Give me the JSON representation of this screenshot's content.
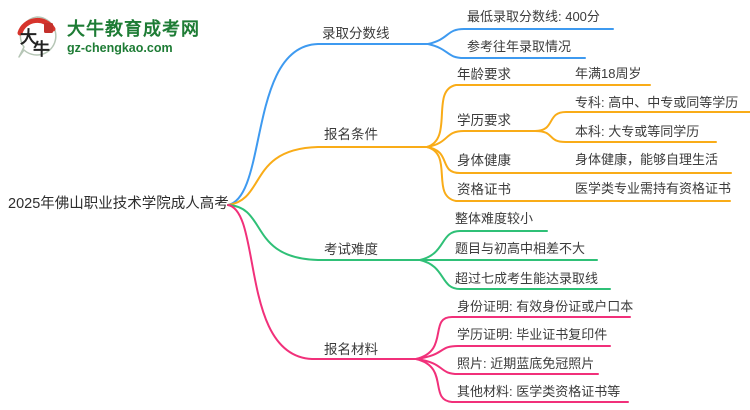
{
  "site": {
    "logo_title": "大牛教育成考网",
    "logo_subtitle": "gz-chengkao.com",
    "logo_seal_char1": "大",
    "logo_seal_char2": "牛"
  },
  "colors": {
    "blue": "#3E9AF0",
    "orange": "#F9AC18",
    "green": "#2FC077",
    "pink": "#F1307A",
    "logo_green": "#1E7C35",
    "logo_red": "#D7342C"
  },
  "mindmap": {
    "root": "2025年佛山职业技术学院成人高考",
    "branches": [
      {
        "label": "录取分数线",
        "children": [
          {
            "label": "最低录取分数线: 400分"
          },
          {
            "label": "参考往年录取情况"
          }
        ]
      },
      {
        "label": "报名条件",
        "children": [
          {
            "label": "年龄要求",
            "children": [
              {
                "label": "年满18周岁"
              }
            ]
          },
          {
            "label": "学历要求",
            "children": [
              {
                "label": "专科: 高中、中专或同等学历"
              },
              {
                "label": "本科: 大专或等同学历"
              }
            ]
          },
          {
            "label": "身体健康",
            "children": [
              {
                "label": "身体健康，能够自理生活"
              }
            ]
          },
          {
            "label": "资格证书",
            "children": [
              {
                "label": "医学类专业需持有资格证书"
              }
            ]
          }
        ]
      },
      {
        "label": "考试难度",
        "children": [
          {
            "label": "整体难度较小"
          },
          {
            "label": "题目与初高中相差不大"
          },
          {
            "label": "超过七成考生能达录取线"
          }
        ]
      },
      {
        "label": "报名材料",
        "children": [
          {
            "label": "身份证明: 有效身份证或户口本"
          },
          {
            "label": "学历证明: 毕业证书复印件"
          },
          {
            "label": "照片: 近期蓝底免冠照片"
          },
          {
            "label": "其他材料: 医学类资格证书等"
          }
        ]
      }
    ]
  }
}
